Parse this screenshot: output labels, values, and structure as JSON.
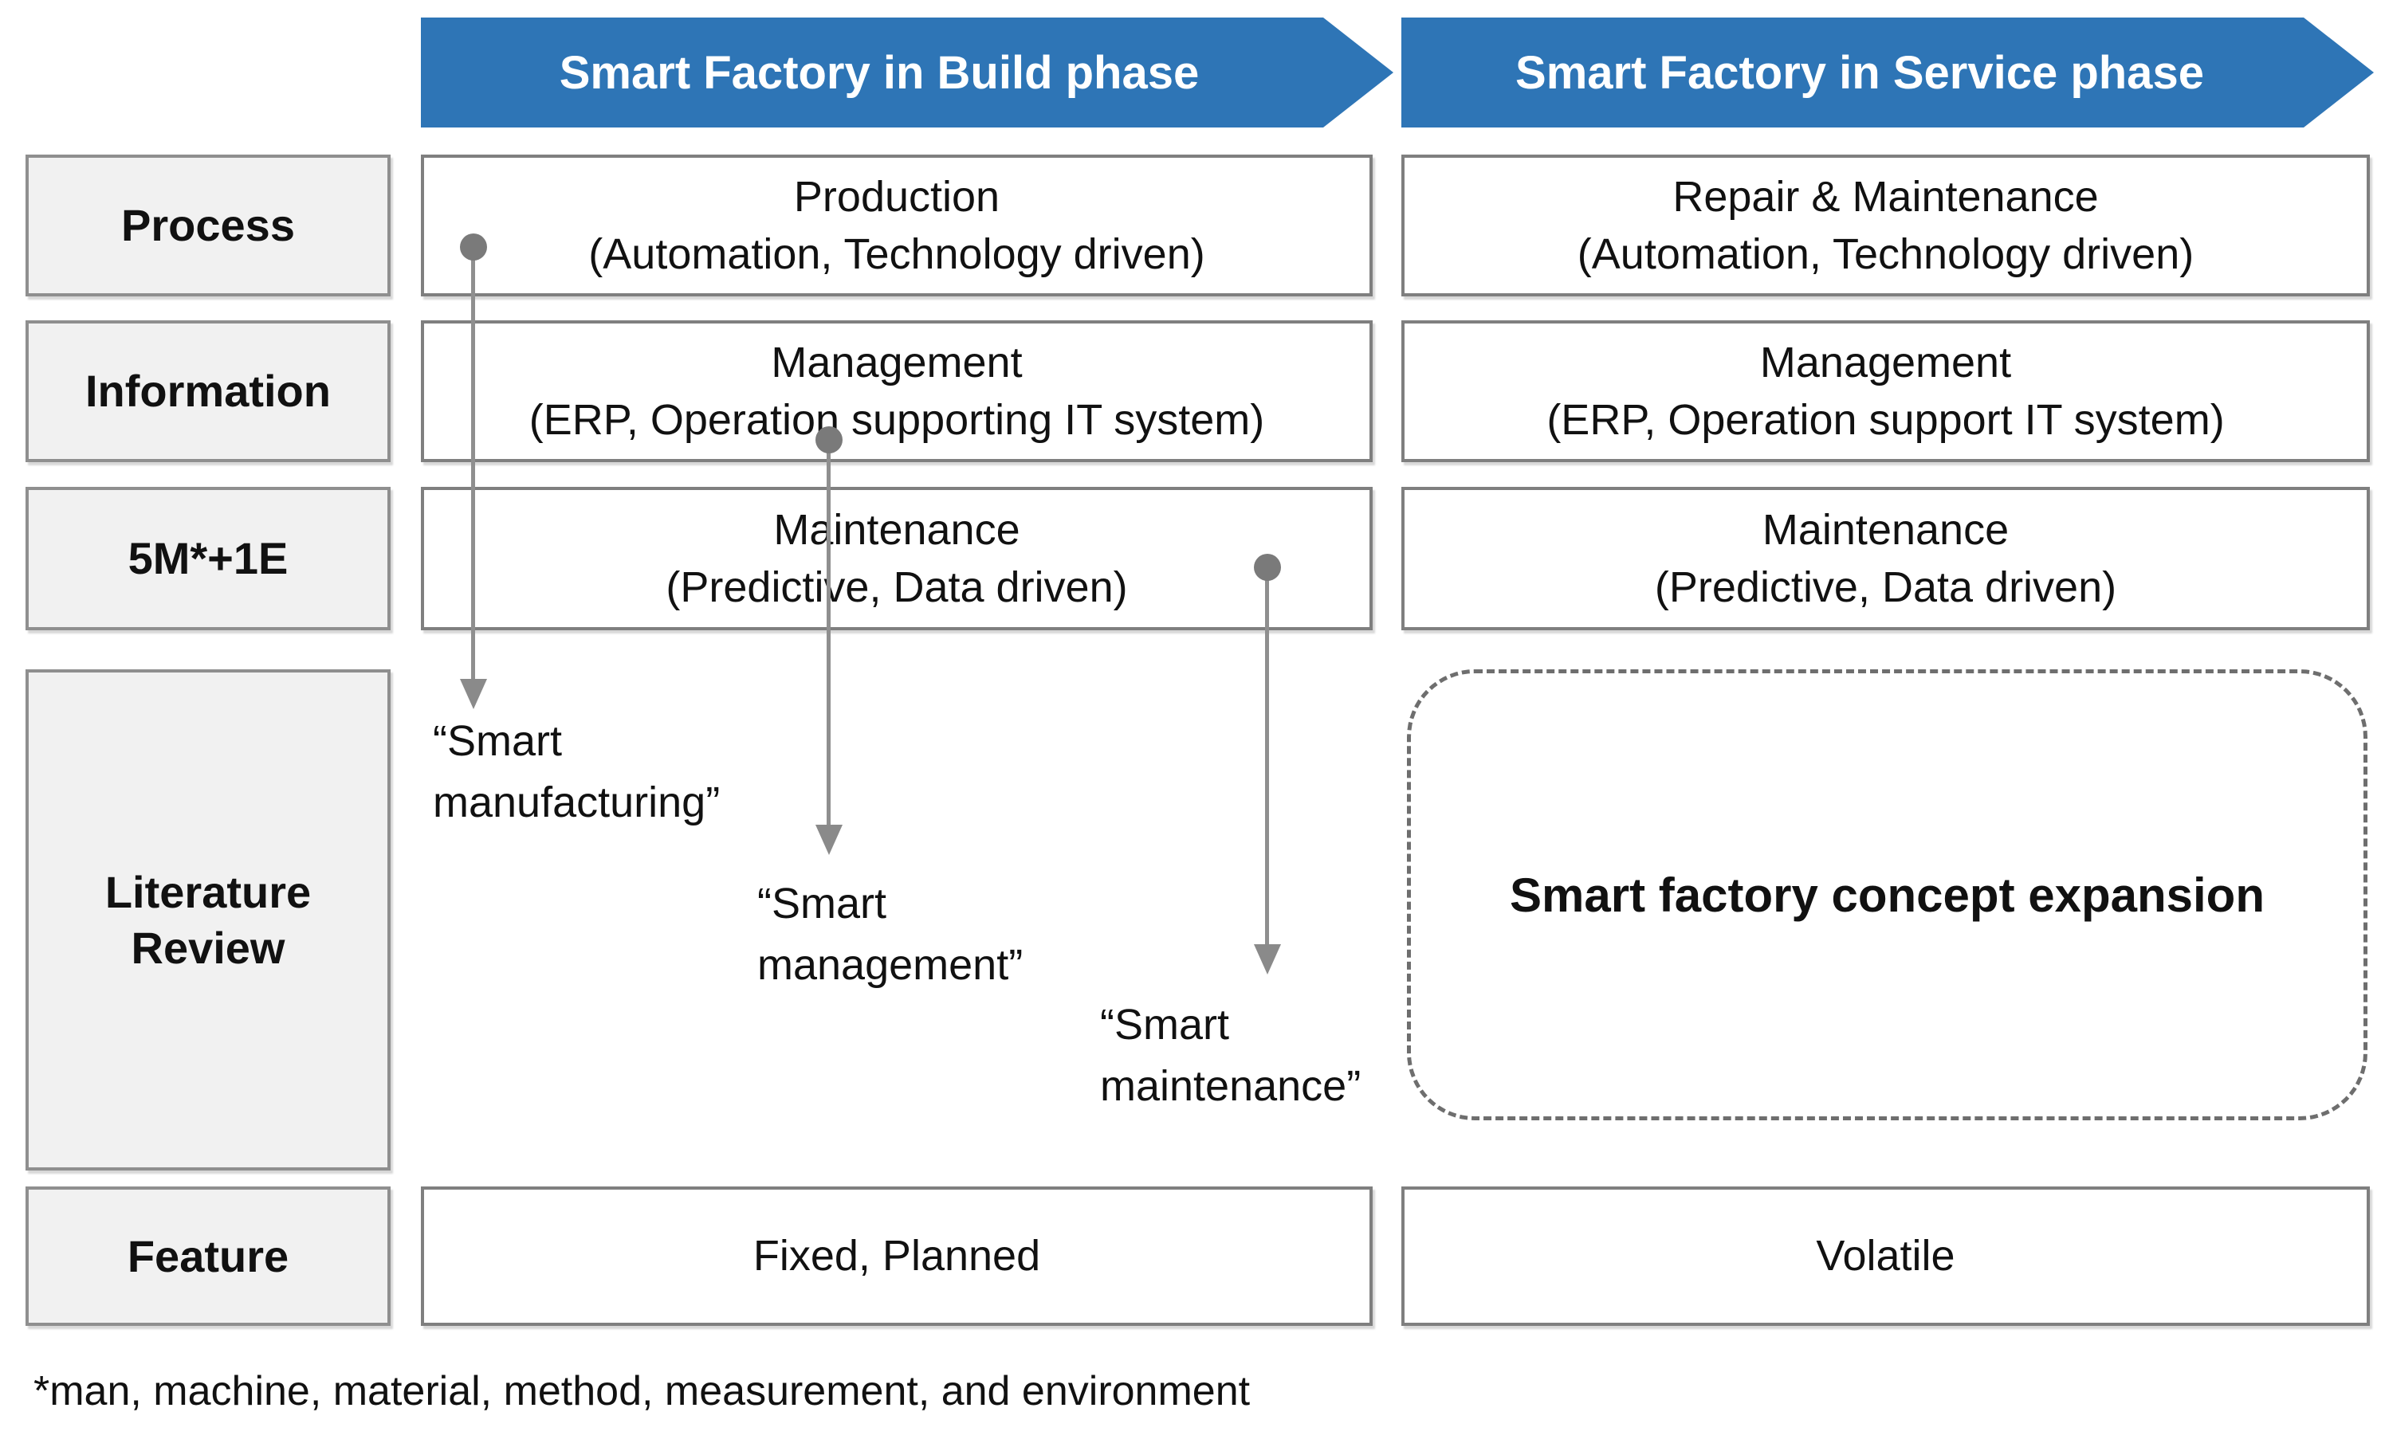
{
  "colors": {
    "header_blue": "#2E75B6",
    "header_text": "#FFFFFF",
    "label_box_fill": "#F1F1F1",
    "label_box_border": "#8F8F8F",
    "content_box_border": "#7F7F7F",
    "connector_gray": "#8A8A8A",
    "dashed_border_gray": "#6E6E6E",
    "text_black": "#111111"
  },
  "header": {
    "build_phase": "Smart Factory in Build phase",
    "service_phase": "Smart Factory in Service phase"
  },
  "row_labels": {
    "process": "Process",
    "information": "Information",
    "five_m_one_e": "5M*+1E",
    "literature_review": "Literature Review",
    "feature": "Feature"
  },
  "build_phase": {
    "process": "Production\n(Automation, Technology driven)",
    "information": "Management\n(ERP, Operation supporting IT system)",
    "five_m_one_e": "Maintenance\n(Predictive, Data driven)",
    "feature": "Fixed, Planned"
  },
  "service_phase": {
    "process": "Repair & Maintenance\n(Automation, Technology driven)",
    "information": "Management\n(ERP, Operation support IT system)",
    "five_m_one_e": "Maintenance\n(Predictive, Data driven)",
    "feature": "Volatile"
  },
  "literature_review": {
    "smart_manufacturing": "“Smart\nmanufacturing”",
    "smart_management": "“Smart\nmanagement”",
    "smart_maintenance": "“Smart\nmaintenance”",
    "concept_expansion": "Smart factory concept expansion"
  },
  "footnote": "*man, machine, material, method, measurement, and environment"
}
